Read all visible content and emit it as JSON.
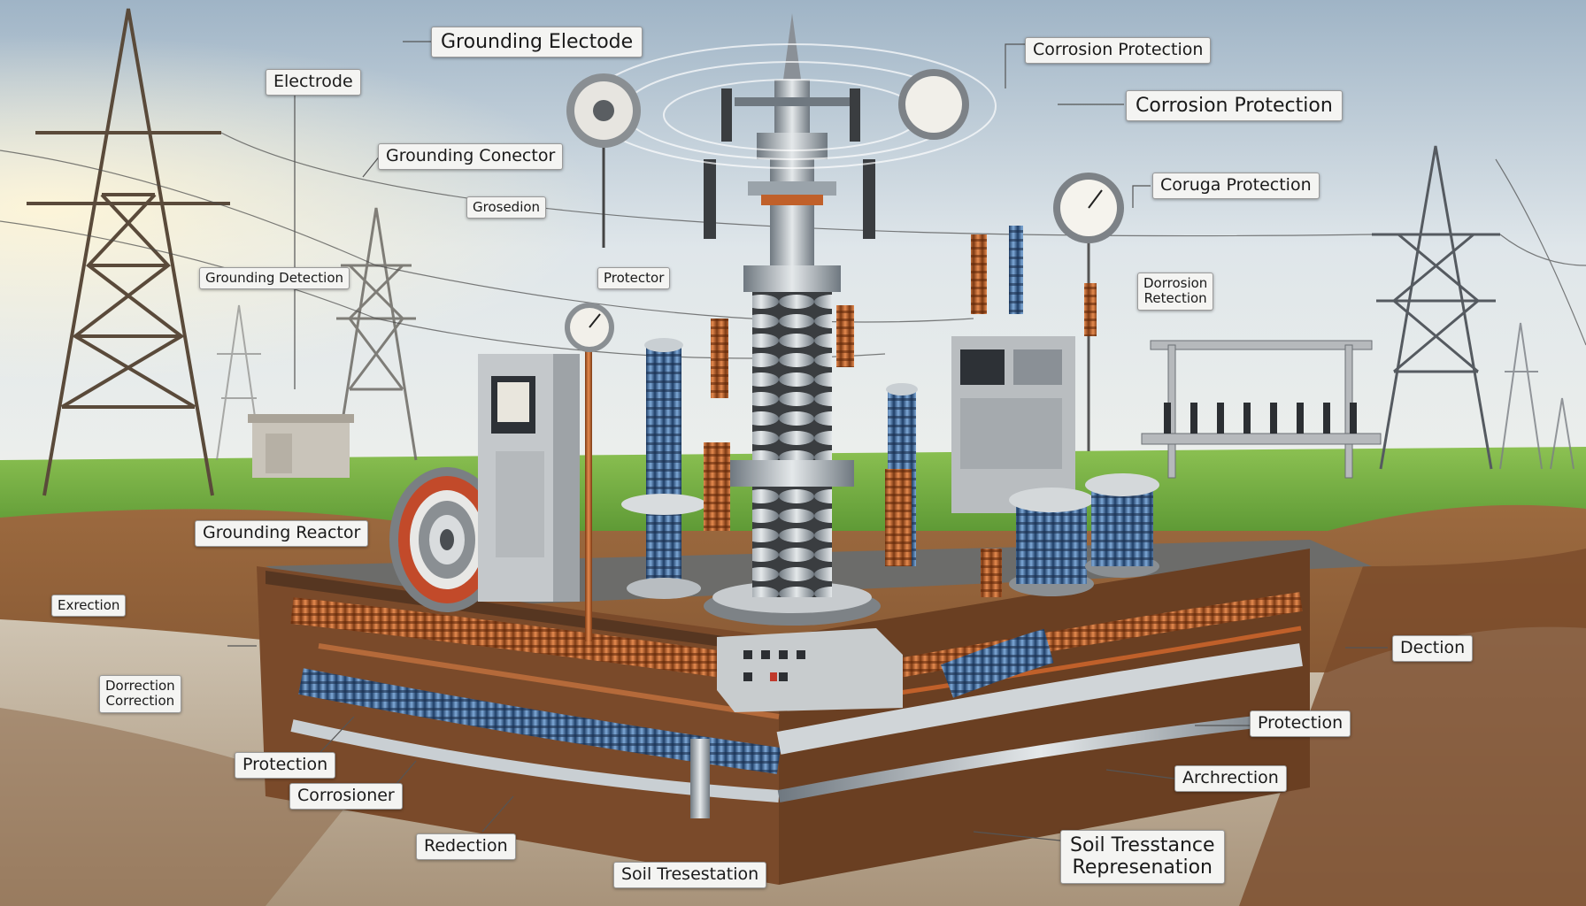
{
  "labels": {
    "grounding_electrode_top": "Grounding Electode",
    "electrode": "Electrode",
    "grounding_conector": "Grounding Conector",
    "grosedion": "Grosedion",
    "grounding_detection": "Grounding Detection",
    "protector": "Protector",
    "corrosion_protection_top": "Corrosion Protection",
    "corrosion_protection_mid": "Corrosion Protection",
    "coruga_protection": "Coruga Protection",
    "dorrosion_retection_line1": "Dorrosion",
    "dorrosion_retection_line2": "Retection",
    "grounding_reactor": "Grounding Reactor",
    "exrection": "Exrection",
    "dorrection_correction_line1": "Dorrection",
    "dorrection_correction_line2": "Correction",
    "protection_left": "Protection",
    "corrosioner": "Corrosioner",
    "redection": "Redection",
    "soil_tresestation": "Soil Tresestation",
    "soil_tresstance_line1": "Soil Tresstance",
    "soil_tresstance_line2": "Represenation",
    "archrection": "Archrection",
    "protection_right": "Protection",
    "dection": "Dection"
  },
  "colors": {
    "sky": "#dfe6ea",
    "grass": "#6aa43a",
    "soil": "#8a5a36",
    "copper": "#c0602a",
    "steel": "#9aa3aa",
    "blue_coil": "#3b6da6"
  }
}
